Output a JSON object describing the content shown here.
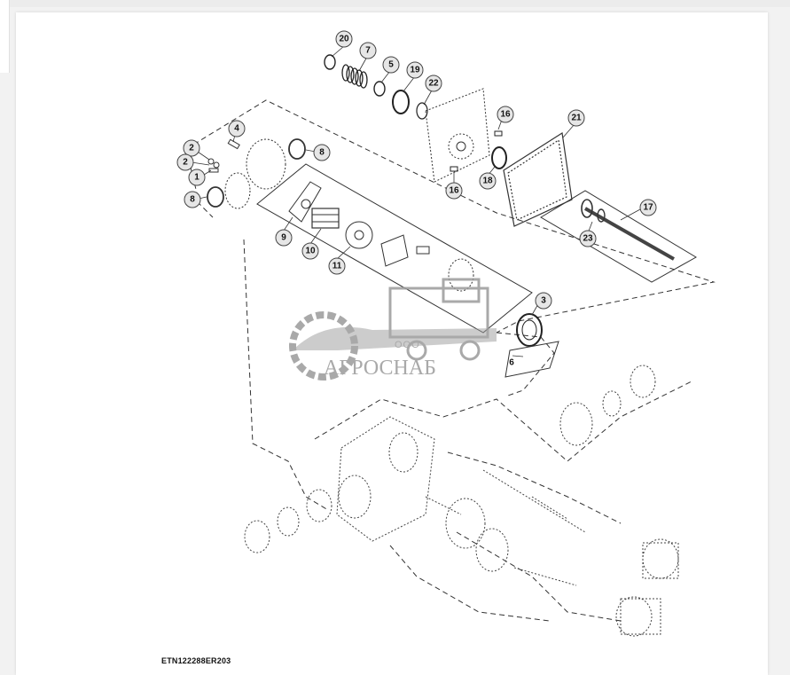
{
  "drawing_code": "ETN122288ER203",
  "watermark": {
    "prefix": "ООО",
    "name": "АГРОСНАБ"
  },
  "callouts": [
    "20",
    "7",
    "5",
    "19",
    "22",
    "16",
    "21",
    "4",
    "2",
    "2",
    "1",
    "8",
    "8",
    "16",
    "18",
    "17",
    "9",
    "10",
    "11",
    "23",
    "3",
    "6"
  ],
  "colors": {
    "line": "#2a2a2a",
    "watermark": "#9b9b9b",
    "callout_fill": "#e6e6e6"
  }
}
